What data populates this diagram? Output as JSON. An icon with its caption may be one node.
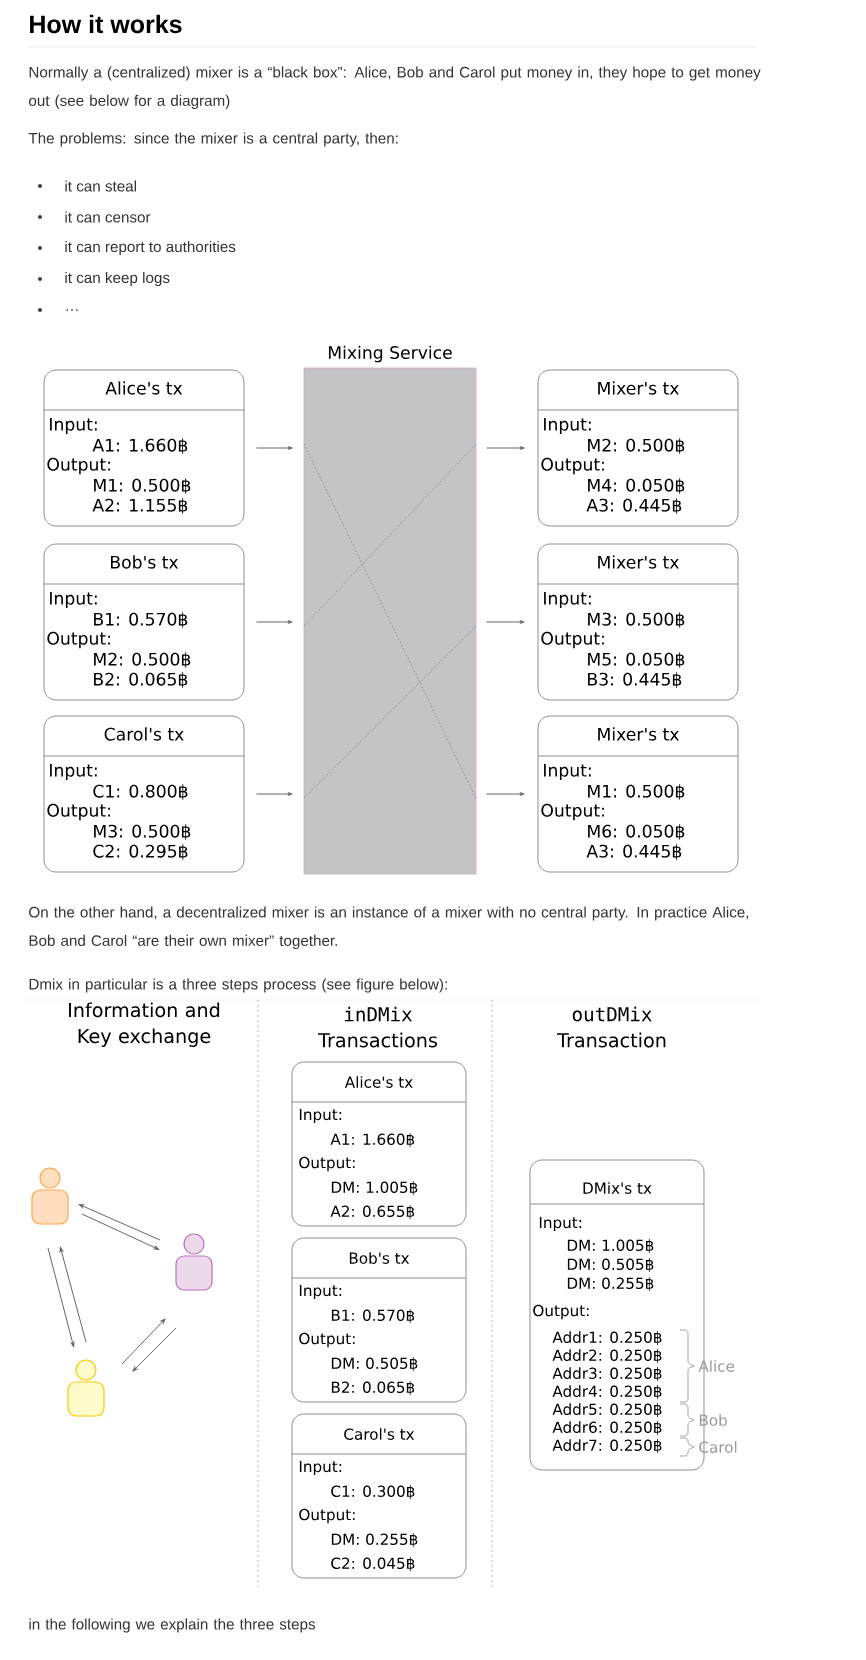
{
  "diagram": {
    "title": "How it works",
    "nodes": [
      {
        "text": [
          "Alice's tx",
          "Input:",
          "A1: 1.660฿",
          "Output:",
          "M1: 0.500฿",
          "A2: 1.155฿"
        ]
      },
      {
        "text": [
          "Bob's tx",
          "Input:",
          "B1: 0.570฿",
          "Output:",
          "M2: 0.500฿",
          "B2: 0.065฿"
        ]
      },
      {
        "text": [
          "Carol's tx",
          "Input:",
          "C1: 0.800฿",
          "Output:",
          "M3: 0.500฿",
          "C2: 0.295฿"
        ]
      },
      {
        "text": [
          "Mixing Service"
        ]
      },
      {
        "text": [
          "Mixer's tx",
          "Input:",
          "M2: 0.500฿",
          "Output:",
          "M4: 0.050฿",
          "A3: 0.445฿"
        ]
      },
      {
        "text": [
          "Mixer's tx",
          "Input:",
          "M3: 0.500฿",
          "Output:",
          "M5: 0.050฿",
          "B3: 0.445฿"
        ]
      },
      {
        "text": [
          "Mixer's tx",
          "Input:",
          "M1: 0.500฿",
          "Output:",
          "M6: 0.050฿",
          "A3: 0.445฿"
        ]
      },
      {
        "text": [],
        "shape": "person"
      },
      {
        "text": [],
        "shape": "person"
      },
      {
        "text": [],
        "shape": "person"
      },
      {
        "text": [
          "Alice's tx",
          "Input:",
          "A1: 1.660฿",
          "Output:",
          "DM: 1.005฿",
          "A2: 0.655฿"
        ]
      },
      {
        "text": [
          "Bob's tx",
          "Input:",
          "B1: 0.570฿",
          "Output:",
          "DM: 0.505฿",
          "B2: 0.065฿"
        ]
      },
      {
        "text": [
          "Carol's tx",
          "Input:",
          "C1: 0.300฿",
          "Output:",
          "DM: 0.255฿",
          "C2: 0.045฿"
        ]
      },
      {
        "text": [
          "DMix's tx",
          "Input:",
          "DM: 1.005฿",
          "DM: 0.505฿",
          "DM: 0.255฿",
          "Output:",
          "Addr1: 0.250฿",
          "Addr2: 0.250฿",
          "Addr3: 0.250฿",
          "Addr4: 0.250฿",
          "Addr5: 0.250฿",
          "Addr6: 0.250฿",
          "Addr7: 0.250฿"
        ],
        "beside": [
          "Alice",
          "Bob",
          "Carol"
        ]
      }
    ],
    "edges": [
      {
        "from": 0,
        "to": 3,
        "arrow": "to"
      },
      {
        "from": 1,
        "to": 3,
        "arrow": "to"
      },
      {
        "from": 2,
        "to": 3,
        "arrow": "to"
      },
      {
        "from": 3,
        "to": 4,
        "arrow": "to"
      },
      {
        "from": 3,
        "to": 5,
        "arrow": "to"
      },
      {
        "from": 3,
        "to": 6,
        "arrow": "to"
      },
      {
        "from": 8,
        "to": 7,
        "arrow": "to"
      },
      {
        "from": 7,
        "to": 8,
        "arrow": "to"
      },
      {
        "from": 7,
        "to": 9,
        "arrow": "to"
      },
      {
        "from": 9,
        "to": 7,
        "arrow": "to"
      },
      {
        "from": 9,
        "to": 8,
        "arrow": "to"
      },
      {
        "from": 8,
        "to": 9,
        "arrow": "to"
      }
    ],
    "labels": [
      "Normally a (centralized) mixer is a “black box”: Alice, Bob and Carol put money in, they hope to get money out (see below for a diagram)",
      "The problems: since the mixer is a central party, then:",
      "it can steal",
      "it can censor",
      "it can report to authorities",
      "it can keep logs",
      "…",
      "On the other hand, a decentralized mixer is an instance of a mixer with no central party. In practice Alice, Bob and Carol “are their own mixer” together.",
      "Dmix in particular is a three steps process (see figure below):",
      "Information and Key exchange",
      "inDMix",
      "Transactions",
      "outDMix",
      "Transaction",
      "in the following we explain the three steps"
    ]
  }
}
